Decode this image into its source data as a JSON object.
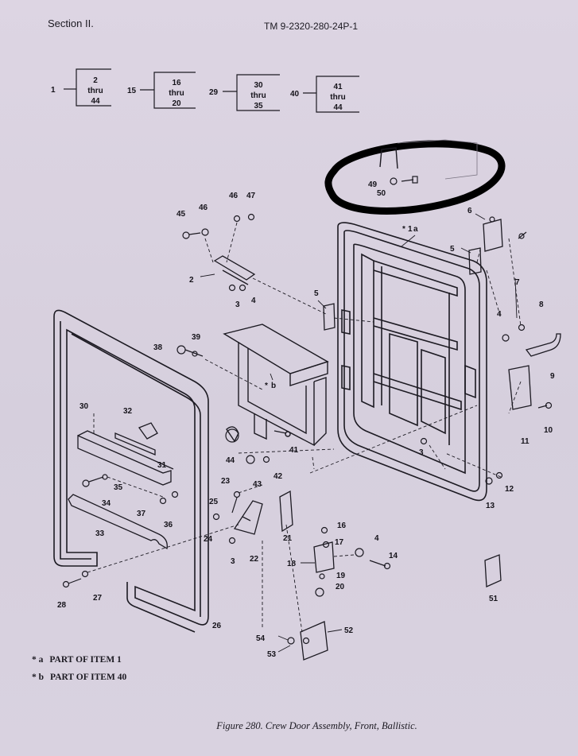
{
  "header": {
    "section": "Section II.",
    "tm_number": "TM 9-2320-280-24P-1"
  },
  "groups": [
    {
      "item": "1",
      "first": "2",
      "thru": "thru",
      "last": "44"
    },
    {
      "item": "15",
      "first": "16",
      "thru": "thru",
      "last": "20"
    },
    {
      "item": "29",
      "first": "30",
      "thru": "thru",
      "last": "35"
    },
    {
      "item": "40",
      "first": "41",
      "thru": "thru",
      "last": "44"
    }
  ],
  "callouts": {
    "c1": "1",
    "c2": "2",
    "c3a": "3",
    "c3b": "3",
    "c3c": "3",
    "c4a": "4",
    "c4b": "4",
    "c4c": "4",
    "c5a": "5",
    "c5b": "5",
    "c6": "6",
    "c7": "7",
    "c8": "8",
    "c9": "9",
    "c10": "10",
    "c11": "11",
    "c12": "12",
    "c13": "13",
    "c14": "14",
    "c16": "16",
    "c17": "17",
    "c18": "18",
    "c19": "19",
    "c20": "20",
    "c21": "21",
    "c22": "22",
    "c23": "23",
    "c24": "24",
    "c25": "25",
    "c26": "26",
    "c27": "27",
    "c28": "28",
    "c30": "30",
    "c31": "31",
    "c32": "32",
    "c33": "33",
    "c34": "34",
    "c35": "35",
    "c36": "36",
    "c37": "37",
    "c38": "38",
    "c39": "39",
    "c41": "41",
    "c42": "42",
    "c43": "43",
    "c44": "44",
    "c45": "45",
    "c46a": "46",
    "c46b": "46",
    "c47": "47",
    "c49": "49",
    "c50": "50",
    "c51": "51",
    "c52": "52",
    "c53": "53",
    "c54": "54",
    "ma": "a",
    "mb": "b"
  },
  "legend": {
    "a_marker": "* a",
    "a_text": "PART OF ITEM 1",
    "b_marker": "* b",
    "b_text": "PART OF ITEM 40"
  },
  "caption": "Figure 280.  Crew Door Assembly, Front, Ballistic.",
  "colors": {
    "paper": "#d8d0df",
    "ink": "#1c1a22",
    "highlight": "#000000"
  }
}
